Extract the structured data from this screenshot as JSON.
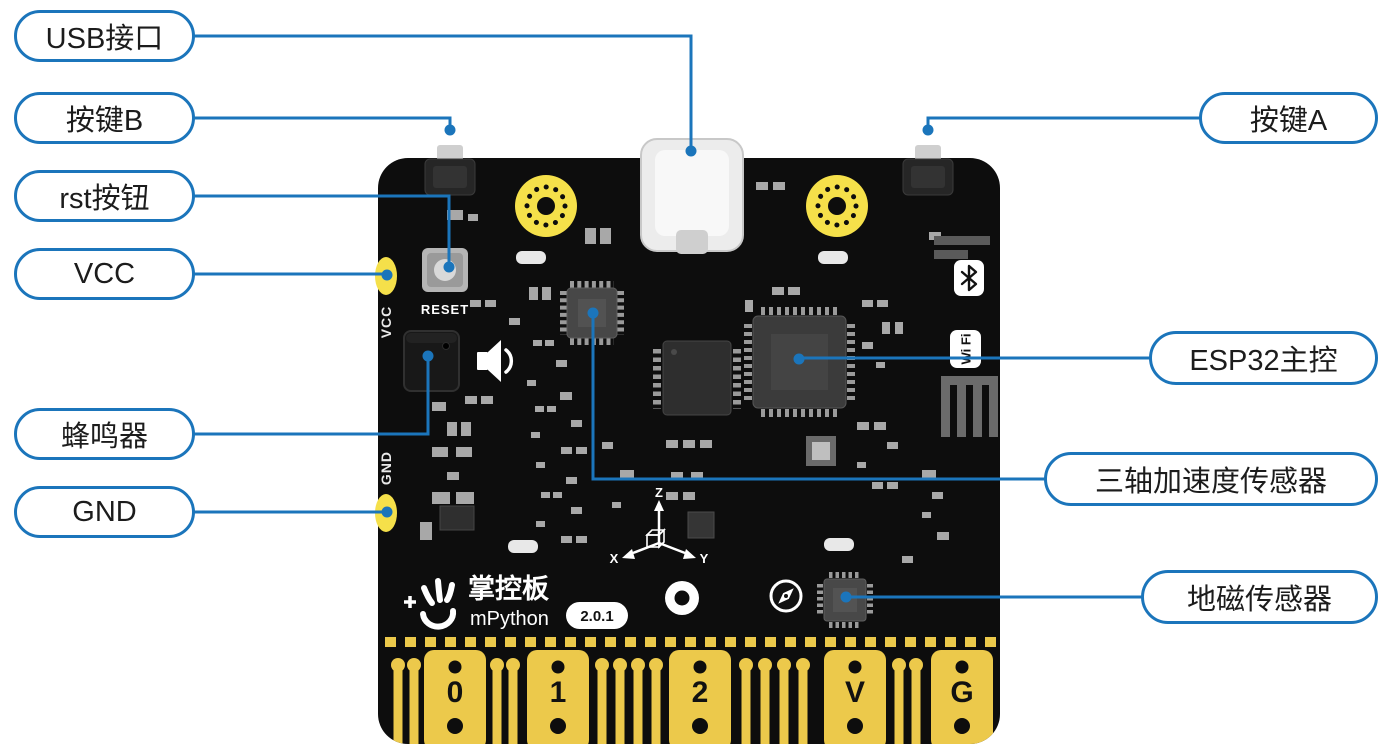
{
  "colors": {
    "accent_blue": "#1b75bb",
    "board_black": "#0d0d0d",
    "pad_yellow": "#f5e04a",
    "connector_gold": "#ecc94b"
  },
  "labels": {
    "left": [
      "USB接口",
      "按键B",
      "rst按钮",
      "VCC",
      "蜂鸣器",
      "GND"
    ],
    "right": [
      "按键A",
      "ESP32主控",
      "三轴加速度传感器",
      "地磁传感器"
    ]
  },
  "board": {
    "reset": "RESET",
    "vcc": "VCC",
    "gnd": "GND",
    "logo_cn": "掌控板",
    "logo_en": "mPython",
    "version": "2.0.1",
    "wifi": "Wi Fi",
    "axis": {
      "x": "X",
      "y": "Y",
      "z": "Z"
    },
    "pins": [
      "0",
      "1",
      "2",
      "V",
      "G"
    ]
  },
  "icons": [
    "usb-c-connector",
    "bluetooth-icon",
    "wifi-badge",
    "speaker-icon",
    "compass-icon",
    "axis-indicator",
    "logo-hand-icon",
    "screw-hole"
  ]
}
